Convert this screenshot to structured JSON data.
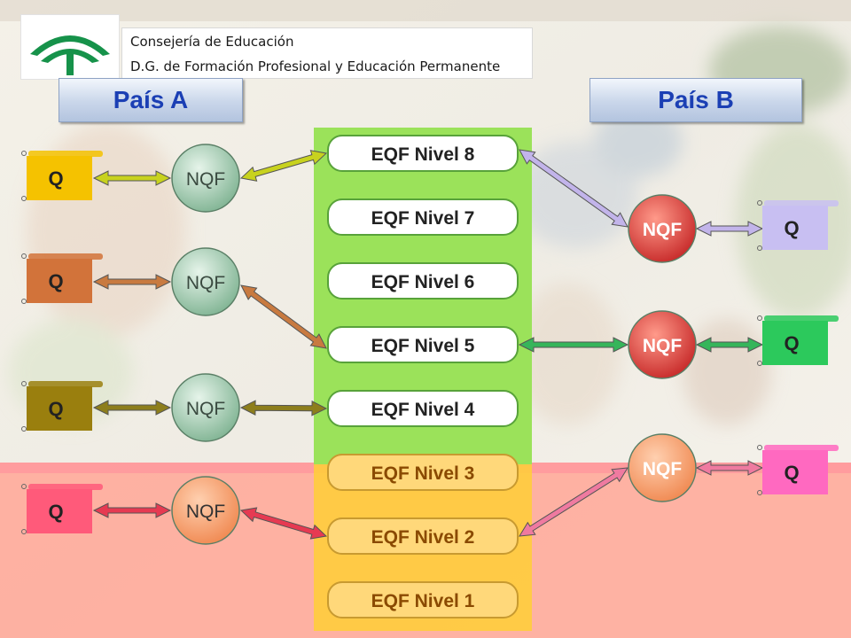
{
  "header": {
    "line1": "Consejería de Educación",
    "line2": "D.G. de Formación Profesional y Educación Permanente"
  },
  "country_a": "País A",
  "country_b": "País B",
  "eqf_levels": [
    "EQF Nivel 8",
    "EQF Nivel 7",
    "EQF Nivel 6",
    "EQF Nivel 5",
    "EQF Nivel 4",
    "EQF Nivel 3",
    "EQF Nivel 2",
    "EQF Nivel 1"
  ],
  "nqf_label": "NQF",
  "q_label": "Q",
  "country_a_links": [
    {
      "q_color": "#f5c200",
      "nqf_color": "#9ec9ad",
      "arrow_color": "#c8d21e",
      "eqf_level": "EQF Nivel 8"
    },
    {
      "q_color": "#d2733a",
      "nqf_color": "#9ec9ad",
      "arrow_color": "#c87a40",
      "eqf_level": "EQF Nivel 5"
    },
    {
      "q_color": "#9a7f0e",
      "nqf_color": "#9ec9ad",
      "arrow_color": "#8d7e1c",
      "eqf_level": "EQF Nivel 4"
    },
    {
      "q_color": "#ff5a7a",
      "nqf_color": "#ffb090",
      "arrow_color": "#e63a52",
      "eqf_level": "EQF Nivel 2"
    }
  ],
  "country_b_links": [
    {
      "q_color": "#c8bff2",
      "nqf_color": "#dc4040",
      "arrow_color": "#c2b4ea",
      "eqf_level": "EQF Nivel 8"
    },
    {
      "q_color": "#2cc95c",
      "nqf_color": "#dc4040",
      "arrow_color": "#36b55a",
      "eqf_level": "EQF Nivel 5"
    },
    {
      "q_color": "#ff69c0",
      "nqf_color": "#ef5a3c",
      "arrow_color": "#ef7aa0",
      "eqf_level": "EQF Nivel 2"
    }
  ],
  "colors": {
    "eqf_panel_green": "#9be25a",
    "eqf_panel_yellow": "#ffcf36",
    "overlay_pink": "#ffaea0",
    "country_title": "#1b3fb4",
    "logo_green": "#16924a"
  }
}
